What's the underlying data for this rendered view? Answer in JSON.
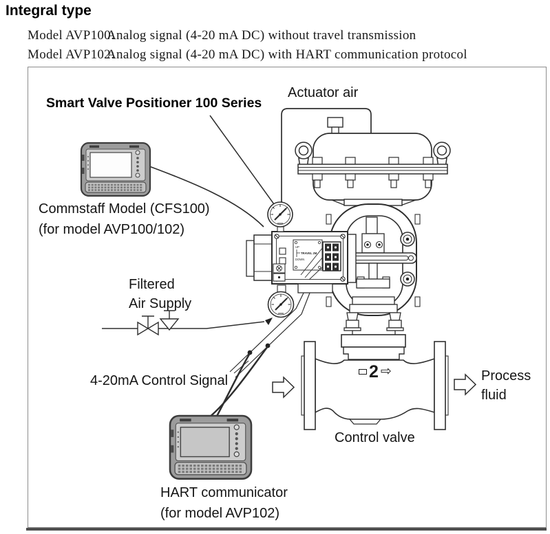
{
  "page": {
    "title": "Integral type",
    "models": [
      {
        "name": "Model AVP100:",
        "description": "Analog signal (4-20 mA DC) without travel transmission"
      },
      {
        "name": "Model AVP102:",
        "description": "Analog signal (4-20 mA DC) with HART communication protocol"
      }
    ]
  },
  "diagram": {
    "positioner_label": "Smart Valve Positioner 100 Series",
    "actuator_air_label": "Actuator air",
    "commstaff": {
      "line1": "Commstaff Model (CFS100)",
      "line2": "(for model AVP100/102)"
    },
    "air_supply": {
      "line1": "Filtered",
      "line2": "Air Supply"
    },
    "control_signal_label": "4-20mA Control Signal",
    "hart": {
      "line1": "HART communicator",
      "line2": "(for model AVP102)"
    },
    "control_valve_label": "Control valve",
    "process_fluid": {
      "line1": "Process",
      "line2": "fluid"
    },
    "flow_marker": "2",
    "flow_arrow_icon": "⇨",
    "positioner_plate": {
      "up": "UP",
      "travel": "TRAVEL 2M",
      "down": "DOWN"
    },
    "colors": {
      "line": "#2e2e2e",
      "frame_border": "#8d8d8d",
      "bottom_rule": "#4f4f4f",
      "device_body": "#9c9c9c",
      "device_bezel": "#cdcdcd"
    }
  }
}
